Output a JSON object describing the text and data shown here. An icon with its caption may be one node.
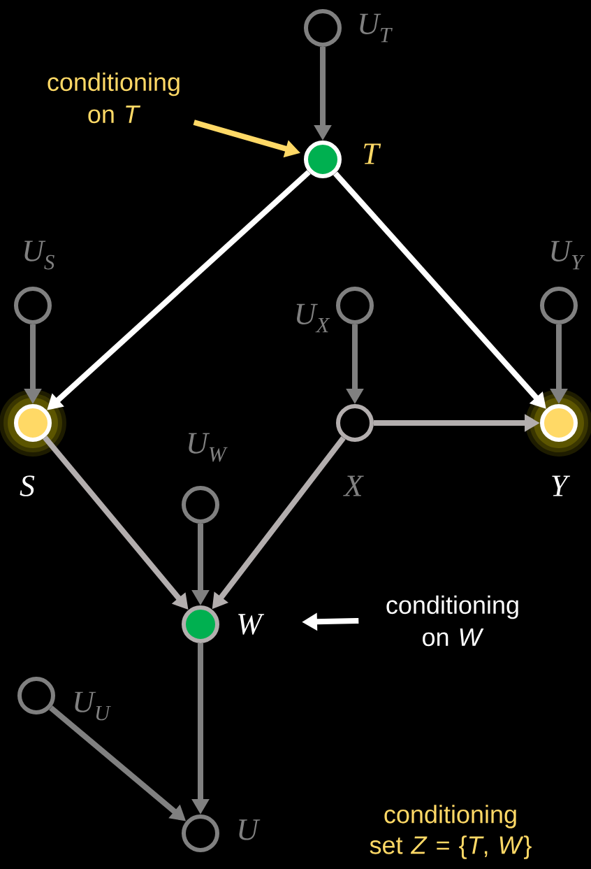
{
  "diagram": {
    "nodes": [
      {
        "text": [
          "U$_{T}$"
        ]
      },
      {
        "text": [
          "conditioning on *T*"
        ]
      },
      {
        "text": [
          "T"
        ]
      },
      {
        "text": [
          "U$_{S}$"
        ]
      },
      {
        "text": [
          "U$_{X}$"
        ]
      },
      {
        "text": [
          "U$_{Y}$"
        ]
      },
      {
        "text": [
          "S"
        ]
      },
      {
        "text": [
          "X"
        ]
      },
      {
        "text": [
          "Y"
        ]
      },
      {
        "text": [
          "U$_{W}$"
        ]
      },
      {
        "text": [
          "W"
        ]
      },
      {
        "text": [
          "conditioning on *W*"
        ]
      },
      {
        "text": [
          "U$_{U}$"
        ]
      },
      {
        "text": [
          "U"
        ]
      }
    ],
    "edges": [
      {
        "from": 0,
        "to": 2,
        "arrow": "to"
      },
      {
        "from": 1,
        "to": 2,
        "arrow": "to",
        "color": "#ffd966"
      },
      {
        "from": 2,
        "to": 6,
        "arrow": "to",
        "color": "#ffffff"
      },
      {
        "from": 2,
        "to": 8,
        "arrow": "to",
        "color": "#ffffff"
      },
      {
        "from": 3,
        "to": 6,
        "arrow": "to"
      },
      {
        "from": 4,
        "to": 7,
        "arrow": "to"
      },
      {
        "from": 5,
        "to": 8,
        "arrow": "to"
      },
      {
        "from": 7,
        "to": 8,
        "arrow": "to",
        "color": "#b3aeae"
      },
      {
        "from": 6,
        "to": 10,
        "arrow": "to",
        "color": "#b3aeae"
      },
      {
        "from": 9,
        "to": 10,
        "arrow": "to"
      },
      {
        "from": 7,
        "to": 10,
        "arrow": "to",
        "color": "#b3aeae"
      },
      {
        "from": 11,
        "to": 10,
        "arrow": "to",
        "color": "#ffffff"
      },
      {
        "from": 10,
        "to": 13,
        "arrow": "to"
      },
      {
        "from": 12,
        "to": 13,
        "arrow": "to"
      }
    ],
    "labels": [
      "conditioning set *Z* = {*T*, *W*}"
    ]
  }
}
